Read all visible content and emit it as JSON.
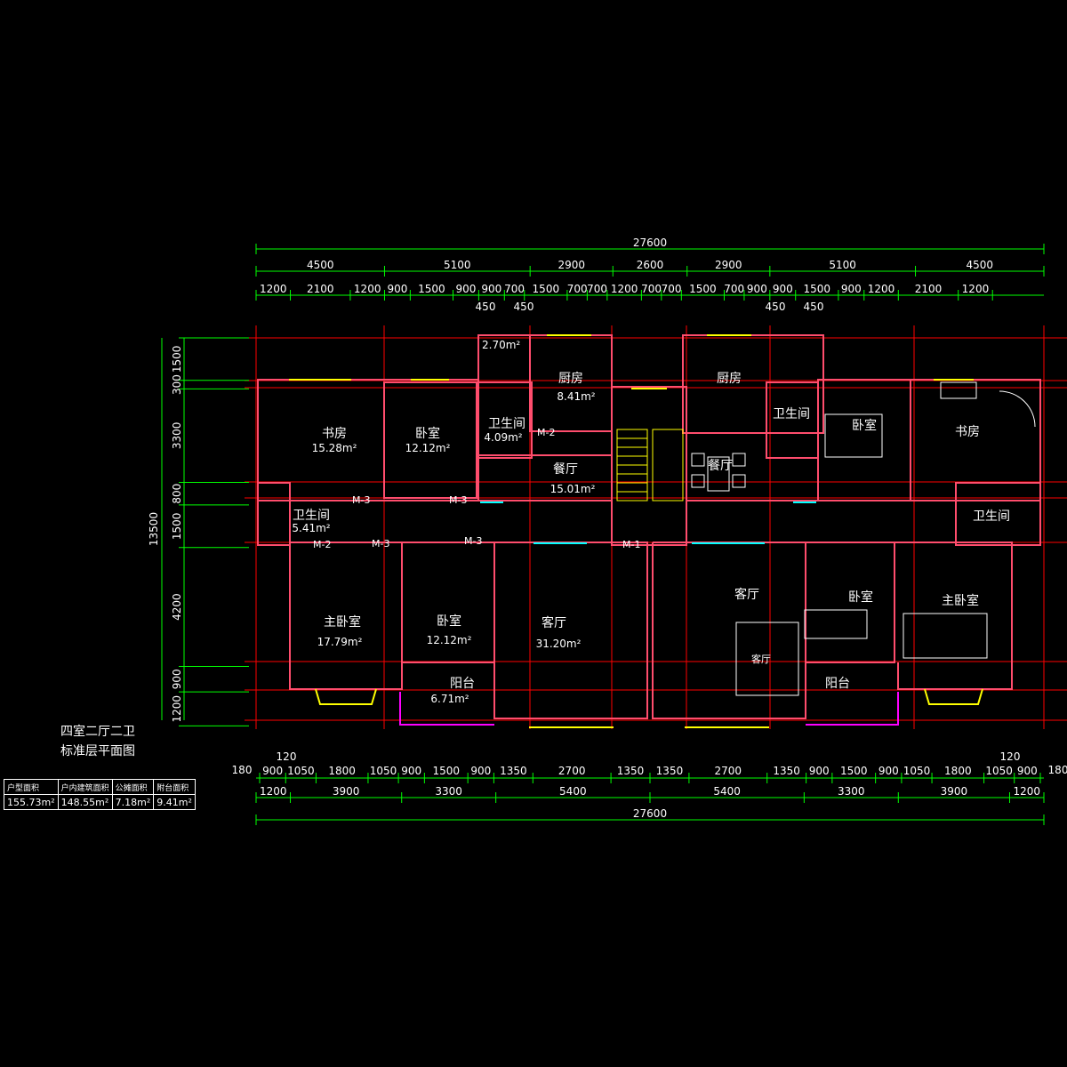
{
  "title": {
    "line1": "四室二厅二卫",
    "line2": "标准层平面图"
  },
  "colors": {
    "dimension": "#00ff00",
    "axis": "#ff0000",
    "wall": "#ff4d6d",
    "text": "#ffffff",
    "window": "#ffff00",
    "balcony_rail": "#ff00ff",
    "fixture": "#00ffff"
  },
  "dimensions": {
    "top_total": "27600",
    "top_major": [
      "4500",
      "5100",
      "2900",
      "2600",
      "2900",
      "5100",
      "4500"
    ],
    "top_minor": [
      "1200",
      "2100",
      "1200",
      "900",
      "1500",
      "900",
      "900",
      "700",
      "1500",
      "700",
      "700",
      "1200",
      "700",
      "700",
      "1500",
      "700",
      "900",
      "900",
      "1500",
      "900",
      "1200",
      "2100",
      "1200"
    ],
    "top_sub": [
      "450",
      "450",
      "450",
      "450"
    ],
    "left_total": "13500",
    "left": [
      "1500",
      "300",
      "3300",
      "800",
      "1500",
      "4200",
      "900",
      "1200"
    ],
    "bottom_minor": [
      "900",
      "1050",
      "1800",
      "1050",
      "900",
      "1500",
      "900",
      "1350",
      "2700",
      "1350",
      "1350",
      "2700",
      "1350",
      "900",
      "1500",
      "900",
      "1050",
      "1800",
      "1050",
      "900"
    ],
    "bottom_edge": [
      "180",
      "180"
    ],
    "bottom_offset": [
      "120",
      "120"
    ],
    "bottom_major": [
      "1200",
      "3900",
      "3300",
      "5400",
      "5400",
      "3300",
      "3900",
      "1200"
    ],
    "bottom_total": "27600"
  },
  "rooms": {
    "study_left": {
      "name": "书房",
      "area": "15.28m²"
    },
    "bedroom_left": {
      "name": "卧室",
      "area": "12.12m²"
    },
    "kitchen_left": {
      "name": "厨房",
      "area": "8.41m²"
    },
    "utility_left_area": "2.70m²",
    "bath_mid_left": {
      "name": "卫生间",
      "area": "4.09m²"
    },
    "dining_left": {
      "name": "餐厅",
      "area": "15.01m²"
    },
    "bath_left": {
      "name": "卫生间",
      "area": "5.41m²"
    },
    "master_left": {
      "name": "主卧室",
      "area": "17.79m²"
    },
    "bedroom2_left": {
      "name": "卧室",
      "area": "12.12m²"
    },
    "living_left": {
      "name": "客厅",
      "area": "31.20m²"
    },
    "balcony_left": {
      "name": "阳台",
      "area": "6.71m²"
    },
    "kitchen_right": {
      "name": "厨房"
    },
    "dining_right": {
      "name": "餐厅"
    },
    "bath_mid_right": {
      "name": "卫生间"
    },
    "bedroom_right": {
      "name": "卧室"
    },
    "study_right": {
      "name": "书房"
    },
    "bath_right": {
      "name": "卫生间"
    },
    "living_right": {
      "name": "客厅"
    },
    "sofa_right": {
      "name": "客厅"
    },
    "bedroom2_right": {
      "name": "卧室"
    },
    "master_right": {
      "name": "主卧室"
    },
    "balcony_right": {
      "name": "阳台"
    }
  },
  "doors": {
    "m1": "M-1",
    "m2": "M-2",
    "m3": "M-3"
  },
  "summary": {
    "headers": [
      "户型面积",
      "户内建筑面积",
      "公摊面积",
      "附台面积"
    ],
    "values": [
      "155.73m²",
      "148.55m²",
      "7.18m²",
      "9.41m²"
    ]
  }
}
